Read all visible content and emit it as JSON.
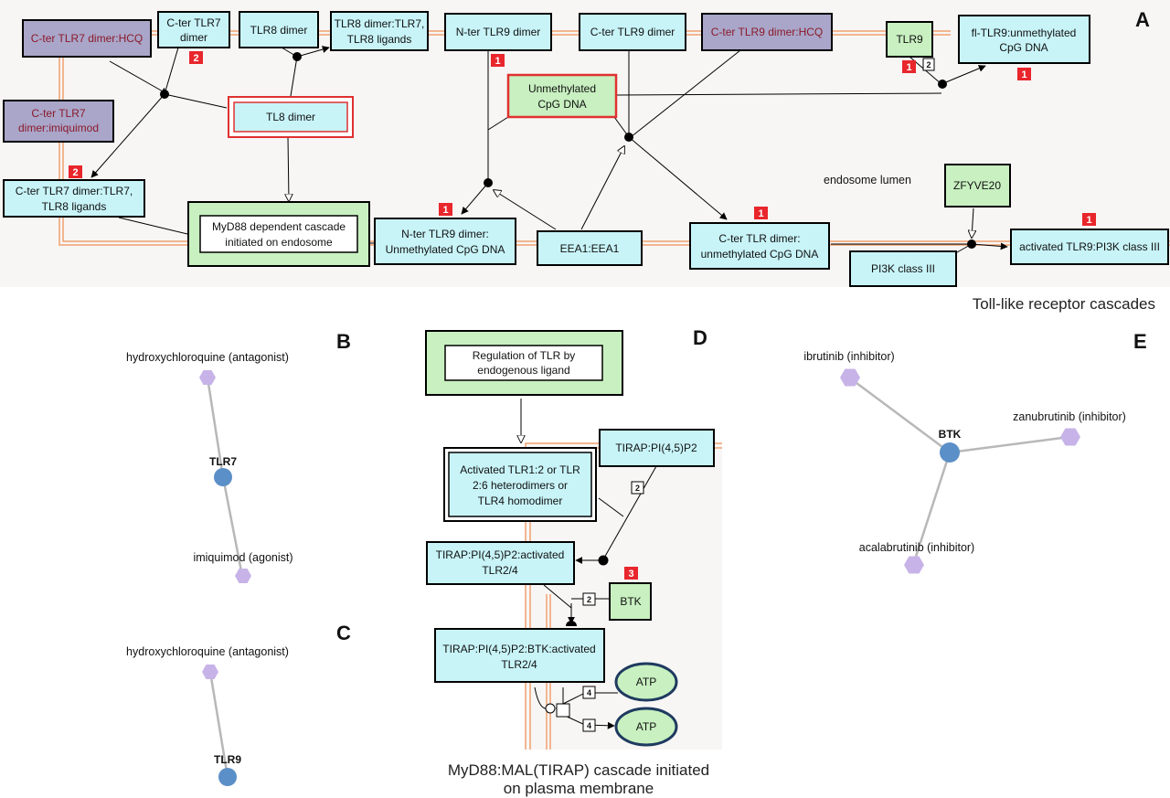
{
  "panel_letters": {
    "a": "A",
    "b": "B",
    "c": "C",
    "d": "D",
    "e": "E"
  },
  "panel_a": {
    "caption": "Toll-like receptor cascades",
    "compartment_label": "endosome lumen",
    "nodes": {
      "cter_tlr7_hcq": "C-ter TLR7 dimer:HCQ",
      "cter_tlr7_dimer_1": "C-ter TLR7",
      "cter_tlr7_dimer_2": "dimer",
      "tlr8_dimer": "TLR8 dimer",
      "tlr8_ligands_1": "TLR8 dimer:TLR7,",
      "tlr8_ligands_2": "TLR8 ligands",
      "nter_tlr9_dimer": "N-ter TLR9 dimer",
      "cter_tlr9_dimer": "C-ter TLR9 dimer",
      "cter_tlr9_hcq": "C-ter TLR9 dimer:HCQ",
      "tlr9": "TLR9",
      "fl_tlr9_1": "fl-TLR9:unmethylated",
      "fl_tlr9_2": "CpG DNA",
      "cter_tlr7_imiq_1": "C-ter TLR7",
      "cter_tlr7_imiq_2": "dimer:imiquimod",
      "tl8_dimer": "TL8 dimer",
      "unmeth_cpg_1": "Unmethylated",
      "unmeth_cpg_2": "CpG DNA",
      "cter_tlr7_ligands_1": "C-ter TLR7 dimer:TLR7,",
      "cter_tlr7_ligands_2": "TLR8 ligands",
      "myd88_1": "MyD88 dependent cascade",
      "myd88_2": "initiated on endosome",
      "nter_tlr9_cpg_1": "N-ter TLR9 dimer:",
      "nter_tlr9_cpg_2": "Unmethylated CpG DNA",
      "eea1": "EEA1:EEA1",
      "cter_tlr_cpg_1": "C-ter TLR dimer:",
      "cter_tlr_cpg_2": "unmethylated CpG DNA",
      "zfyve20": "ZFYVE20",
      "pi3k": "PI3K class III",
      "activated_tlr9": "activated TLR9:PI3K class III"
    },
    "badges": [
      "2",
      "1",
      "1",
      "1",
      "2",
      "1",
      "1",
      "1"
    ],
    "small_numbers": [
      "2"
    ]
  },
  "panel_b": {
    "hub": "TLR7",
    "drug_1": "hydroxychloroquine (antagonist)",
    "drug_2": "imiquimod (agonist)"
  },
  "panel_c": {
    "hub": "TLR9",
    "drug_1": "hydroxychloroquine (antagonist)"
  },
  "panel_d": {
    "caption_1": "MyD88:MAL(TIRAP) cascade initiated",
    "caption_2": "on plasma membrane",
    "nodes": {
      "regulation_1": "Regulation of TLR by",
      "regulation_2": "endogenous ligand",
      "tirap_pip2": "TIRAP:PI(4,5)P2",
      "activated_1": "Activated TLR1:2 or TLR",
      "activated_2": "2:6 heterodimers or",
      "activated_3": "TLR4 homodimer",
      "tirap_act_1": "TIRAP:PI(4,5)P2:activated",
      "tirap_act_2": "TLR2/4",
      "btk": "BTK",
      "tirap_btk_1": "TIRAP:PI(4,5)P2:BTK:activated",
      "tirap_btk_2": "TLR2/4",
      "atp_1": "ATP",
      "atp_2": "ATP"
    },
    "badge": "3",
    "small_numbers": [
      "2",
      "2",
      "4",
      "4"
    ]
  },
  "panel_e": {
    "hub": "BTK",
    "drug_1": "ibrutinib (inhibitor)",
    "drug_2": "zanubrutinib (inhibitor)",
    "drug_3": "acalabrutinib (inhibitor)"
  },
  "colors": {
    "membrane": "#f0a070",
    "protein_fill": "#c8f4f8",
    "complex_fill": "#c8f0c0",
    "drug_complex_fill": "#a9a6c9",
    "badge_red": "#e8262c",
    "hub_blue": "#5b8fc7",
    "drug_purple": "#c7b3e8"
  }
}
